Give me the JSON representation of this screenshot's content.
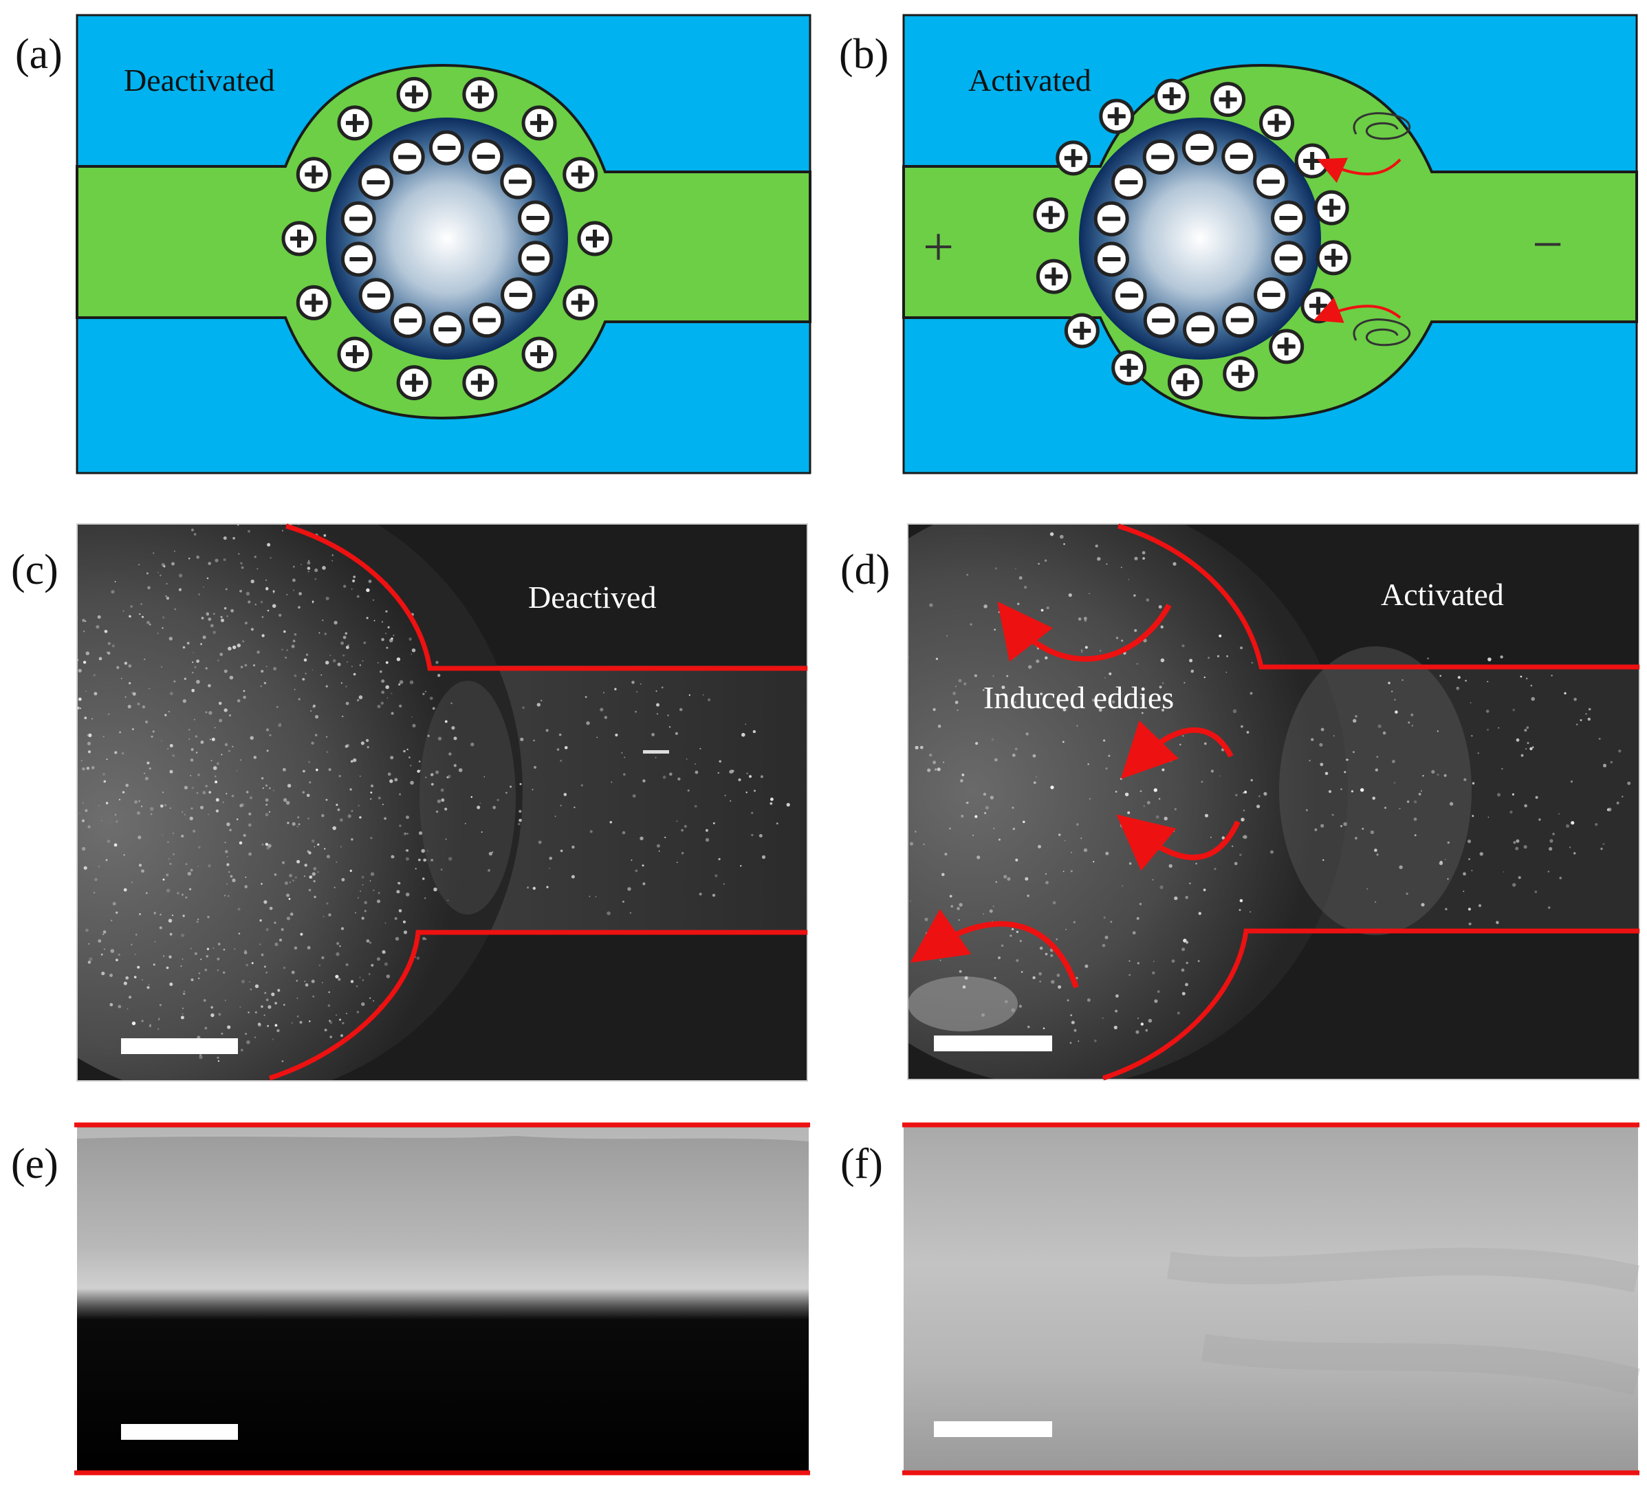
{
  "panels": {
    "a": {
      "label": "(a)",
      "title": "Deactivated"
    },
    "b": {
      "label": "(b)",
      "title": "Activated",
      "left_sign": "+",
      "right_sign": "−"
    },
    "c": {
      "label": "(c)",
      "title": "Deactived"
    },
    "d": {
      "label": "(d)",
      "title": "Activated",
      "annotation": "Induced eddies"
    },
    "e": {
      "label": "(e)"
    },
    "f": {
      "label": "(f)"
    }
  },
  "colors": {
    "fluid_blue": "#00b2ef",
    "channel_green": "#6ccf45",
    "wall_red": "#ee1111",
    "particle_dark": "#0c2f63"
  },
  "symbols": {
    "plus": "+",
    "minus": "−"
  }
}
